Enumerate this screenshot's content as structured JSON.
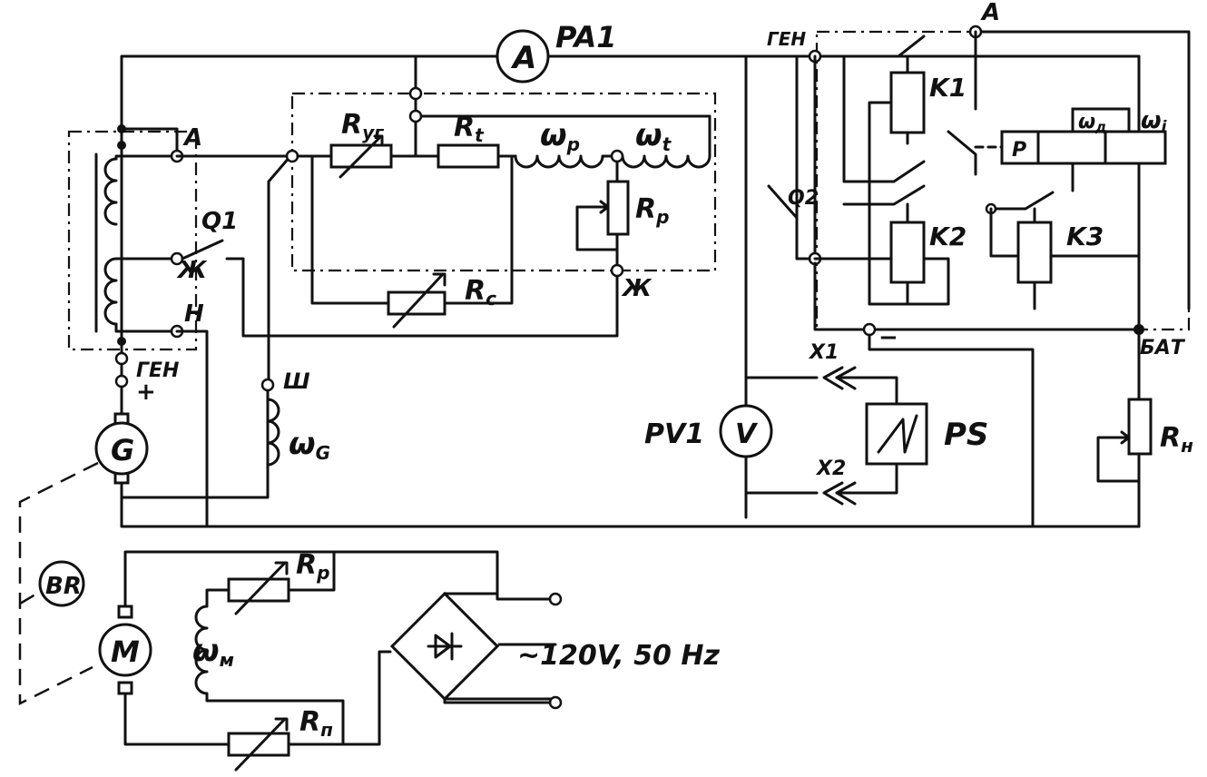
{
  "diagram": {
    "meters": {
      "ammeter": {
        "symbol": "A",
        "label": "PA1"
      },
      "voltmeter": {
        "symbol": "V",
        "label": "PV1"
      },
      "generator": {
        "symbol": "G"
      },
      "motor": {
        "symbol": "M"
      },
      "speed_sensor": {
        "symbol": "BR"
      }
    },
    "regulator": {
      "terminal_a": "A",
      "terminal_zh": "Ж",
      "terminal_n": "Н",
      "terminal_gen": "ГЕН",
      "terminal_plus": "+",
      "switch_q1": "Q1",
      "r_ug": "R",
      "r_ug_sub": "уг",
      "r_t": "R",
      "r_t_sub": "t",
      "w_p": "ω",
      "w_p_sub": "р",
      "w_t": "ω",
      "w_t_sub": "t",
      "r_p": "R",
      "r_p_sub": "р",
      "r_c": "R",
      "r_c_sub": "с",
      "terminal_zh2": "Ж",
      "terminal_sh": "Ш",
      "w_g": "ω",
      "w_g_sub": "G"
    },
    "relay": {
      "terminal_gen": "ГЕН",
      "terminal_a": "A",
      "k1": "K1",
      "k2": "K2",
      "k3": "K3",
      "q2": "Q2",
      "p": "P",
      "w_d": "ω",
      "w_d_sub": "д",
      "w_i": "ω",
      "w_i_sub": "i",
      "minus": "−",
      "terminal_bat": "БАТ"
    },
    "load": {
      "x1": "X1",
      "x2": "X2",
      "ps": "PS",
      "r_n": "R",
      "r_n_sub": "н"
    },
    "drive": {
      "r_p": "R",
      "r_p_sub": "р",
      "w_m": "ω",
      "w_m_sub": "м",
      "r_pi": "R",
      "r_pi_sub": "п",
      "supply": "~120V, 50 Hz"
    }
  }
}
